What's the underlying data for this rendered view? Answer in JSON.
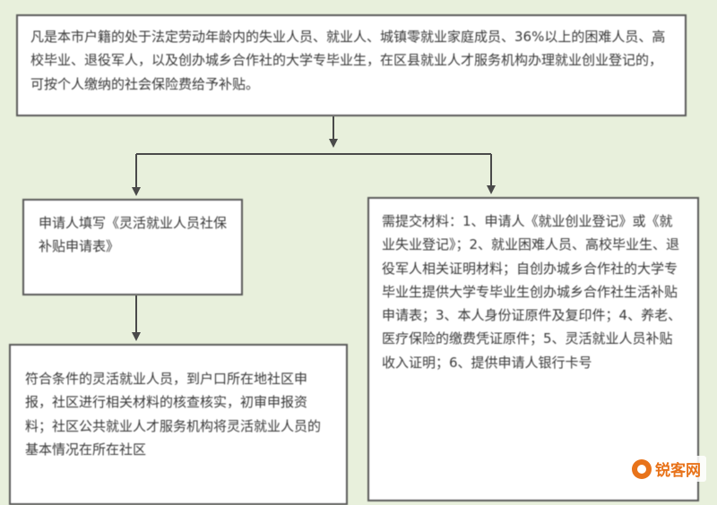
{
  "flow": {
    "top": {
      "text": "凡是本市户籍的处于法定劳动年龄内的失业人员、就业人、城镇零就业家庭成员、36%以上的困难人员、高校毕业、退役军人，以及创办城乡合作社的大学专毕业生，在区县就业人才服务机构办理就业创业登记的，可按个人缴纳的社会保险费给予补贴。"
    },
    "left1": {
      "text": "申请人填写《灵活就业人员社保补贴申请表》"
    },
    "left2": {
      "text": "符合条件的灵活就业人员，到户口所在地社区申报，社区进行相关材料的核查核实，初审申报资料；社区公共就业人才服务机构将灵活就业人员的基本情况在所在社区"
    },
    "right": {
      "text": "需提交材料：1、申请人《就业创业登记》或《就业失业登记》；2、就业困难人员、高校毕业生、退役军人相关证明材料；自创办城乡合作社的大学专毕业生提供大学专毕业生创办城乡合作社生活补贴申请表；3、本人身份证原件及复印件；4、养老、医疗保险的缴费凭证原件；5、灵活就业人员补贴收入证明；6、提供申请人银行卡号"
    }
  },
  "watermark": {
    "text": "锐客网"
  },
  "colors": {
    "background": "#e8f0dc",
    "line": "#4a4a4a",
    "box_border": "#5a5a5a",
    "watermark": "#e8731a"
  }
}
